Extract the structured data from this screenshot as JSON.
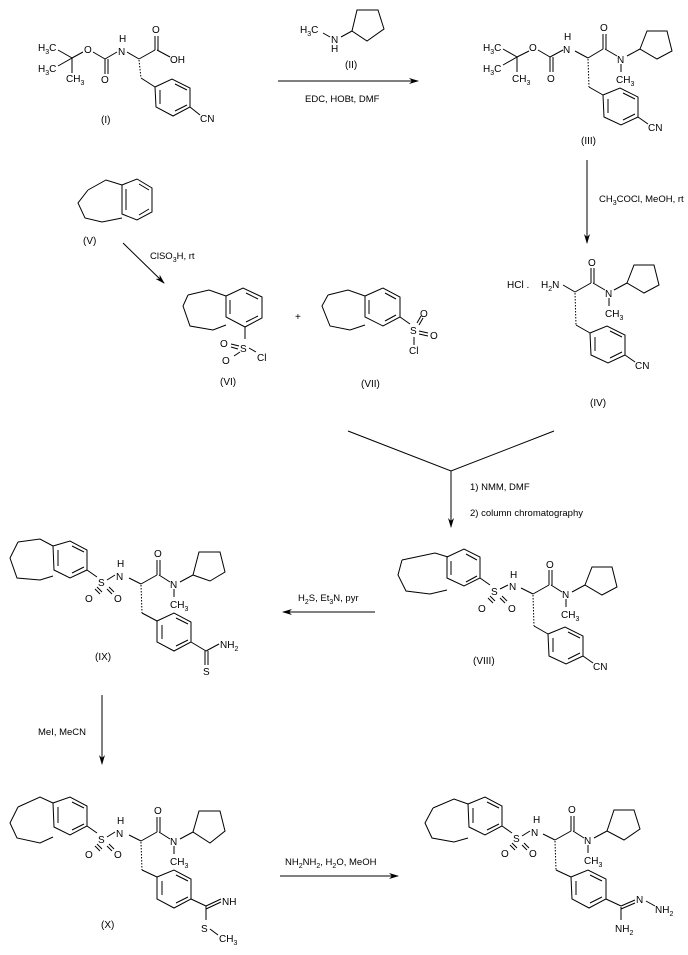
{
  "scheme": {
    "compounds": [
      {
        "id": "I",
        "label": "(I)"
      },
      {
        "id": "II",
        "label": "(II)"
      },
      {
        "id": "III",
        "label": "(III)"
      },
      {
        "id": "IV",
        "label": "(IV)",
        "salt": "HCl ."
      },
      {
        "id": "V",
        "label": "(V)"
      },
      {
        "id": "VI",
        "label": "(VI)"
      },
      {
        "id": "VII",
        "label": "(VII)"
      },
      {
        "id": "VIII",
        "label": "(VIII)"
      },
      {
        "id": "IX",
        "label": "(IX)"
      },
      {
        "id": "X",
        "label": "(X)"
      },
      {
        "id": "XI",
        "label": ""
      }
    ],
    "plus": "+",
    "conditions": {
      "step1": "EDC, HOBt, DMF",
      "step2": "CH3COCl, MeOH, rt",
      "step3": "ClSO3H, rt",
      "step4a": "1) NMM, DMF",
      "step4b": "2) column chromatography",
      "step5": "H2S, Et3N, pyr",
      "step6": "MeI, MeCN",
      "step7": "NH2NH2, H2O, MeOH"
    },
    "atoms": {
      "H3C": "H",
      "C": "C",
      "CH": "CH",
      "O": "O",
      "OH": "OH",
      "N": "N",
      "H": "H",
      "CN": "CN",
      "S": "S",
      "Cl": "Cl",
      "NH": "NH",
      "NH2": "NH",
      "HCl": "HCl",
      "H2N": "H"
    }
  }
}
